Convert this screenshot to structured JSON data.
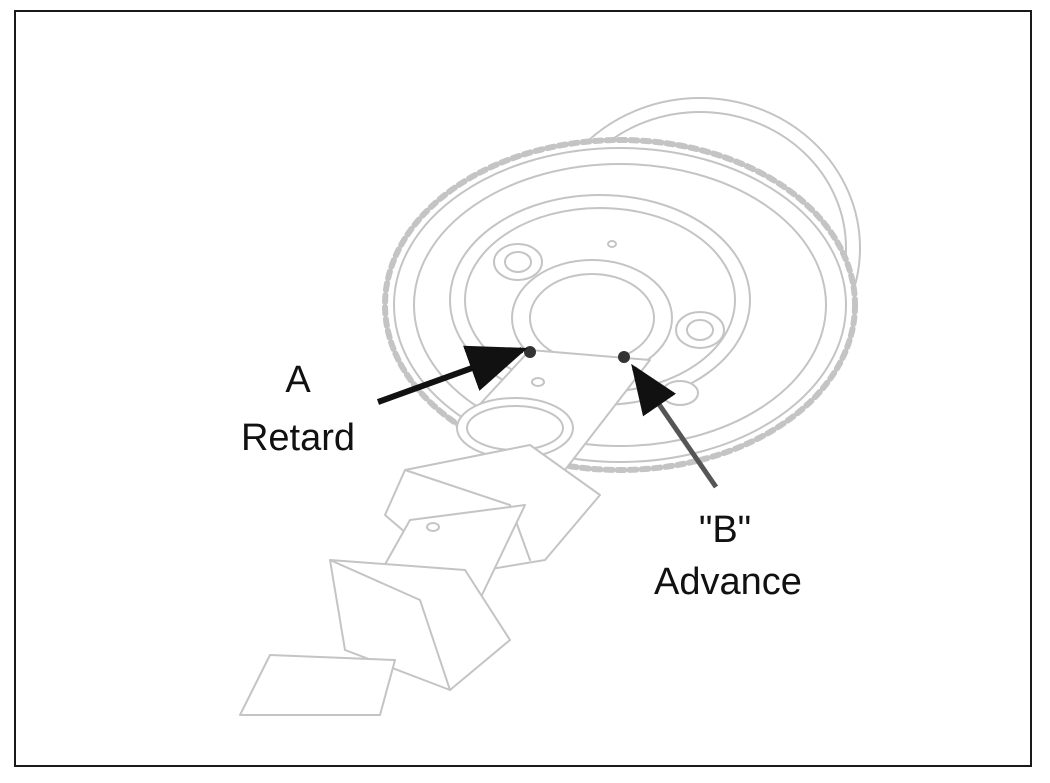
{
  "labels": {
    "a_letter": "A",
    "a_text": "Retard",
    "b_letter": "\"B\"",
    "b_text": "Advance"
  },
  "colors": {
    "line_art": "#c4c4c4",
    "arrow": "#111111",
    "frame": "#1a1a1a"
  },
  "icons": {
    "arrow_a": "arrow-icon",
    "arrow_b": "arrow-icon"
  }
}
